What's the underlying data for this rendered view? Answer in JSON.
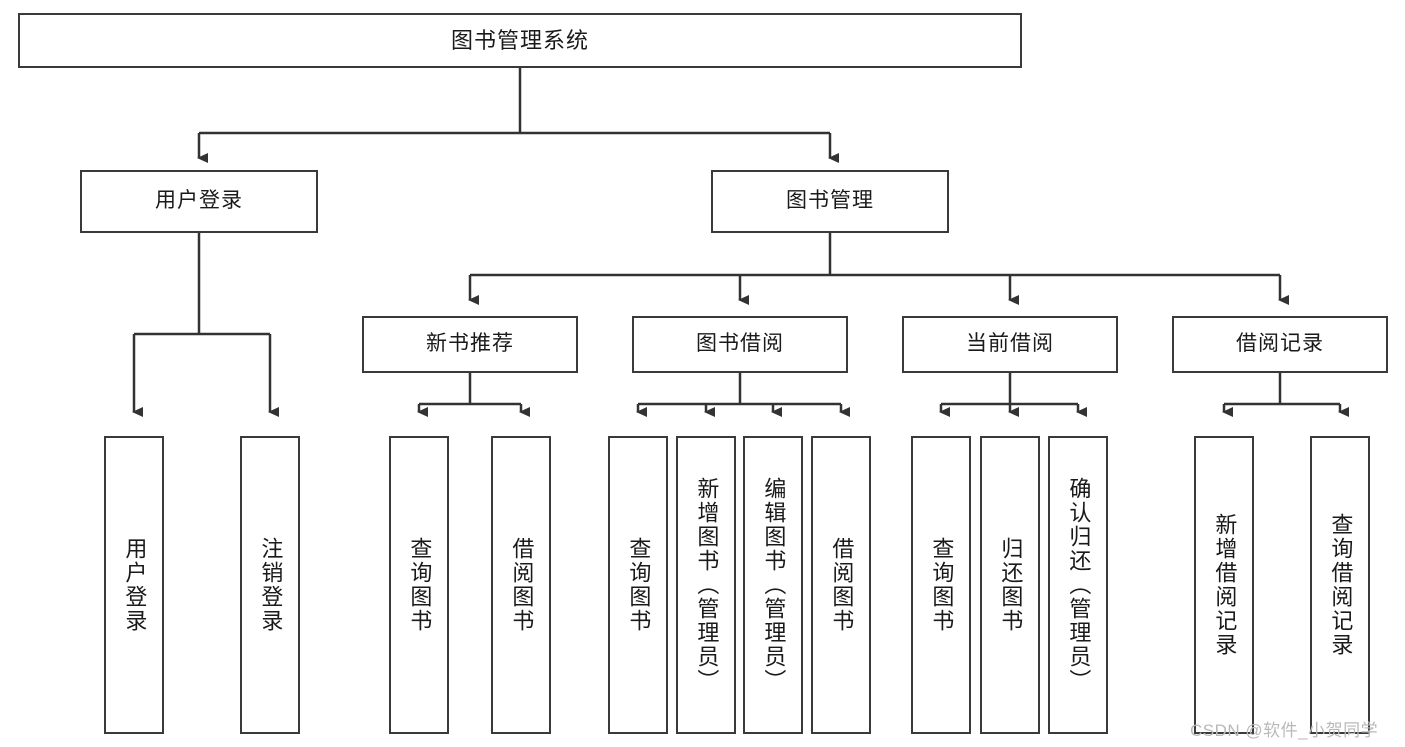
{
  "diagram": {
    "type": "tree",
    "title": "图书管理系统",
    "root": {
      "label": "图书管理系统"
    },
    "level2": [
      {
        "label": "用户登录"
      },
      {
        "label": "图书管理"
      }
    ],
    "level3": [
      {
        "label": "新书推荐"
      },
      {
        "label": "图书借阅"
      },
      {
        "label": "当前借阅"
      },
      {
        "label": "借阅记录"
      }
    ],
    "leaves": {
      "user_login": [
        {
          "label": "用户登录"
        },
        {
          "label": "注销登录"
        }
      ],
      "new_book_recommend": [
        {
          "label": "查询图书"
        },
        {
          "label": "借阅图书"
        }
      ],
      "book_borrow": [
        {
          "label": "查询图书"
        },
        {
          "label": "新增图书（管理员）"
        },
        {
          "label": "编辑图书（管理员）"
        },
        {
          "label": "借阅图书"
        }
      ],
      "current_borrow": [
        {
          "label": "查询图书"
        },
        {
          "label": "归还图书"
        },
        {
          "label": "确认归还（管理员）"
        }
      ],
      "borrow_record": [
        {
          "label": "新增借阅记录"
        },
        {
          "label": "查询借阅记录"
        }
      ]
    }
  },
  "watermark": {
    "text": "CSDN @软件_小贺同学"
  },
  "colors": {
    "box_border": "#3a3a3a",
    "box_fill": "#ffffff",
    "line": "#333333",
    "text": "#1a1a1a",
    "watermark": "#b9b9b9",
    "background": "#ffffff"
  }
}
